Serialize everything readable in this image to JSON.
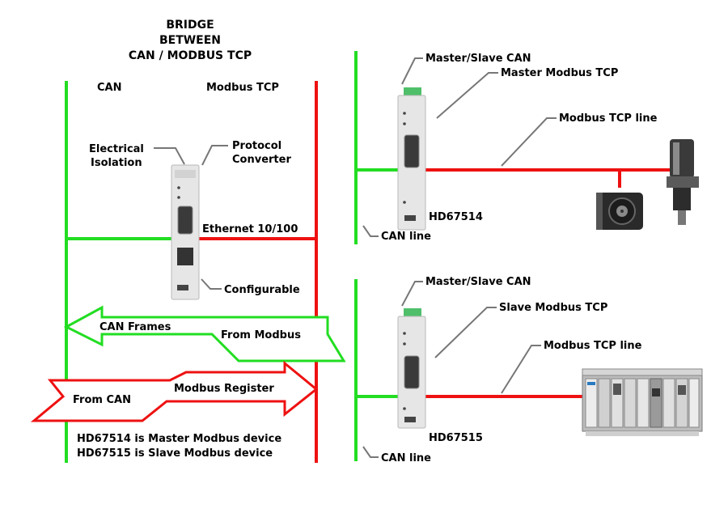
{
  "title": [
    "BRIDGE",
    "BETWEEN",
    "CAN / MODBUS TCP"
  ],
  "left_panel": {
    "can_label": "CAN",
    "modbus_label": "Modbus TCP",
    "electrical_isolation": [
      "Electrical",
      "Isolation"
    ],
    "protocol_converter": [
      "Protocol",
      "Converter"
    ],
    "ethernet": "Ethernet 10/100",
    "configurable": "Configurable",
    "can_frames": "CAN Frames",
    "from_modbus": "From Modbus",
    "modbus_register": "Modbus Register",
    "from_can": "From CAN",
    "note1": "HD67514 is Master Modbus device",
    "note2": "HD67515 is Slave Modbus device"
  },
  "top_right": {
    "master_slave_can": "Master/Slave CAN",
    "master_modbus_tcp": "Master Modbus TCP",
    "modbus_tcp_line": "Modbus TCP line",
    "device": "HD67514",
    "can_line": "CAN line"
  },
  "bottom_right": {
    "master_slave_can": "Master/Slave CAN",
    "slave_modbus_tcp": "Slave Modbus TCP",
    "modbus_tcp_line": "Modbus TCP line",
    "device": "HD67515",
    "can_line": "CAN line"
  },
  "colors": {
    "can": "#22dd22",
    "modbus": "#ee1111",
    "lead": "#777777",
    "device": "#e6e6e6"
  }
}
